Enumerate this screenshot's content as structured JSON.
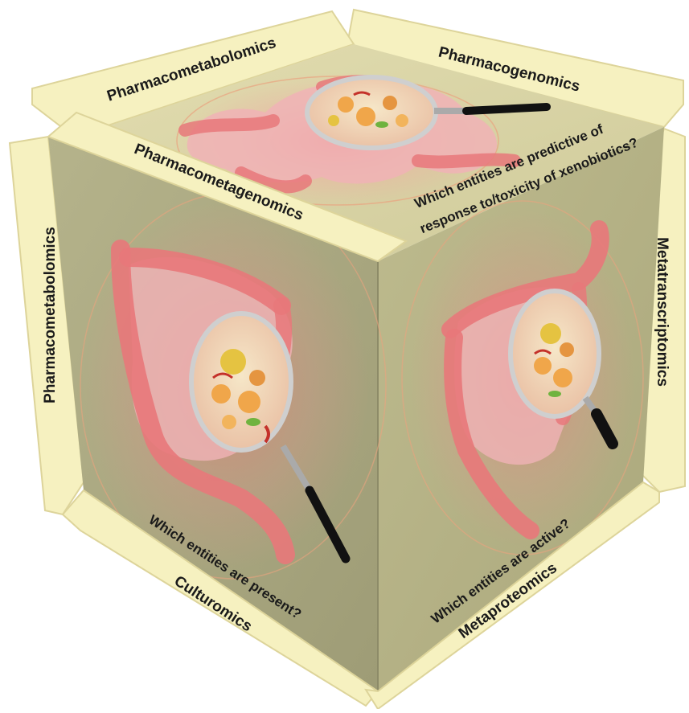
{
  "cube": {
    "bands": {
      "top_left": "Pharmacometabolomics",
      "top_right": "Pharmacogenomics",
      "front_top": "Pharmacometagenomics",
      "left_side": "Pharmacometabolomics",
      "right_side": "Metatranscriptomics",
      "bottom_left": "Culturomics",
      "bottom_right": "Metaproteomics"
    },
    "questions": {
      "top_line1": "Which entities are predictive of",
      "top_line2": "response to/toxicity of xenobiotics?",
      "left": "Which entities are present?",
      "right": "Which entities are active?"
    }
  },
  "colors": {
    "band_fill": "#f6f1c0",
    "band_edge": "#ddd49a",
    "face_top": "#d9d4a4",
    "face_left": "#a9a880",
    "face_right": "#b4b185",
    "intestine": "#e8787a",
    "glow": "#f4a0a0",
    "lens_handle": "#111111"
  }
}
